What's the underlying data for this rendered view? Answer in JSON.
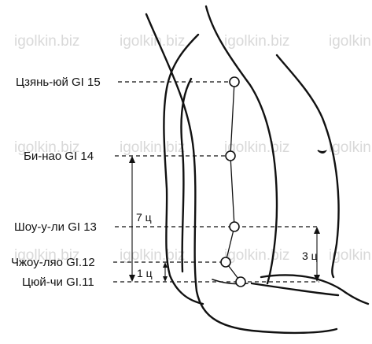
{
  "watermark": "igolkin.biz",
  "points": [
    {
      "id": "gi15",
      "label": "Цзянь-юй GI 15"
    },
    {
      "id": "gi14",
      "label": "Би-нао GI 14"
    },
    {
      "id": "gi13",
      "label": "Шоу-у-ли GI 13"
    },
    {
      "id": "gi12",
      "label": "Чжоу-ляо GI.12"
    },
    {
      "id": "gi11",
      "label": "Цюй-чи GI.11"
    }
  ],
  "measurements": [
    {
      "id": "m7",
      "label": "7 ц"
    },
    {
      "id": "m3",
      "label": "3 ц"
    },
    {
      "id": "m1",
      "label": "1 ц"
    }
  ]
}
